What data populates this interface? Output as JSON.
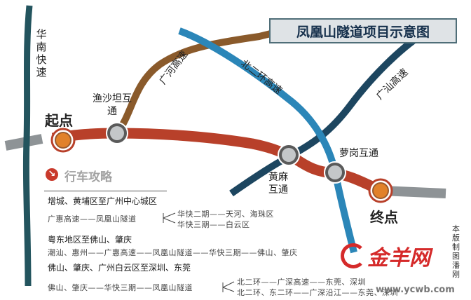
{
  "title": "凤凰山隧道项目示意图",
  "roads": {
    "huanan": "华南快速",
    "guanghe": "广河高速",
    "beiyi": "北二环高速",
    "guangshan": "广汕高速"
  },
  "nodes": {
    "start": "起点",
    "end": "终点",
    "yushatan": "渔沙坦互通",
    "huangma": "黄麻互通",
    "luogang": "萝岗互通"
  },
  "guide": {
    "title": "行车攻略",
    "sections": [
      {
        "heading": "增城、黄埔区至广州中心城区",
        "route": "广惠高速——凤凰山隧道",
        "branches": [
          "华快二期——天河、海珠区",
          "华快三期——白云区"
        ]
      },
      {
        "heading": "粤东地区至佛山、肇庆",
        "route": "潮汕、惠州——广惠高速——凤凰山隧道——华快三期——佛山、肇庆"
      },
      {
        "heading": "佛山、肇庆、广州白云区至深圳、东莞",
        "route": "佛山、肇庆——华快三期——凤凰山隧道",
        "branches": [
          "北二环——广深高速——东莞、深圳",
          "北二环、东二环——广深沿江——东莞、深圳"
        ]
      }
    ]
  },
  "credit": "本版制图 潘刚",
  "logo": {
    "name": "金羊网",
    "url": "www.ycwb.com"
  },
  "colors": {
    "red_tunnel": "#b8402a",
    "brown_guanghe": "#8a5a2b",
    "blue_beiyi": "#2b86b8",
    "navy_guangshan": "#1d4660",
    "teal_huanan": "#23545e",
    "grey_road": "#8e9396",
    "node_orange": "#e1812a",
    "guide_icon": "#c93a2c"
  }
}
